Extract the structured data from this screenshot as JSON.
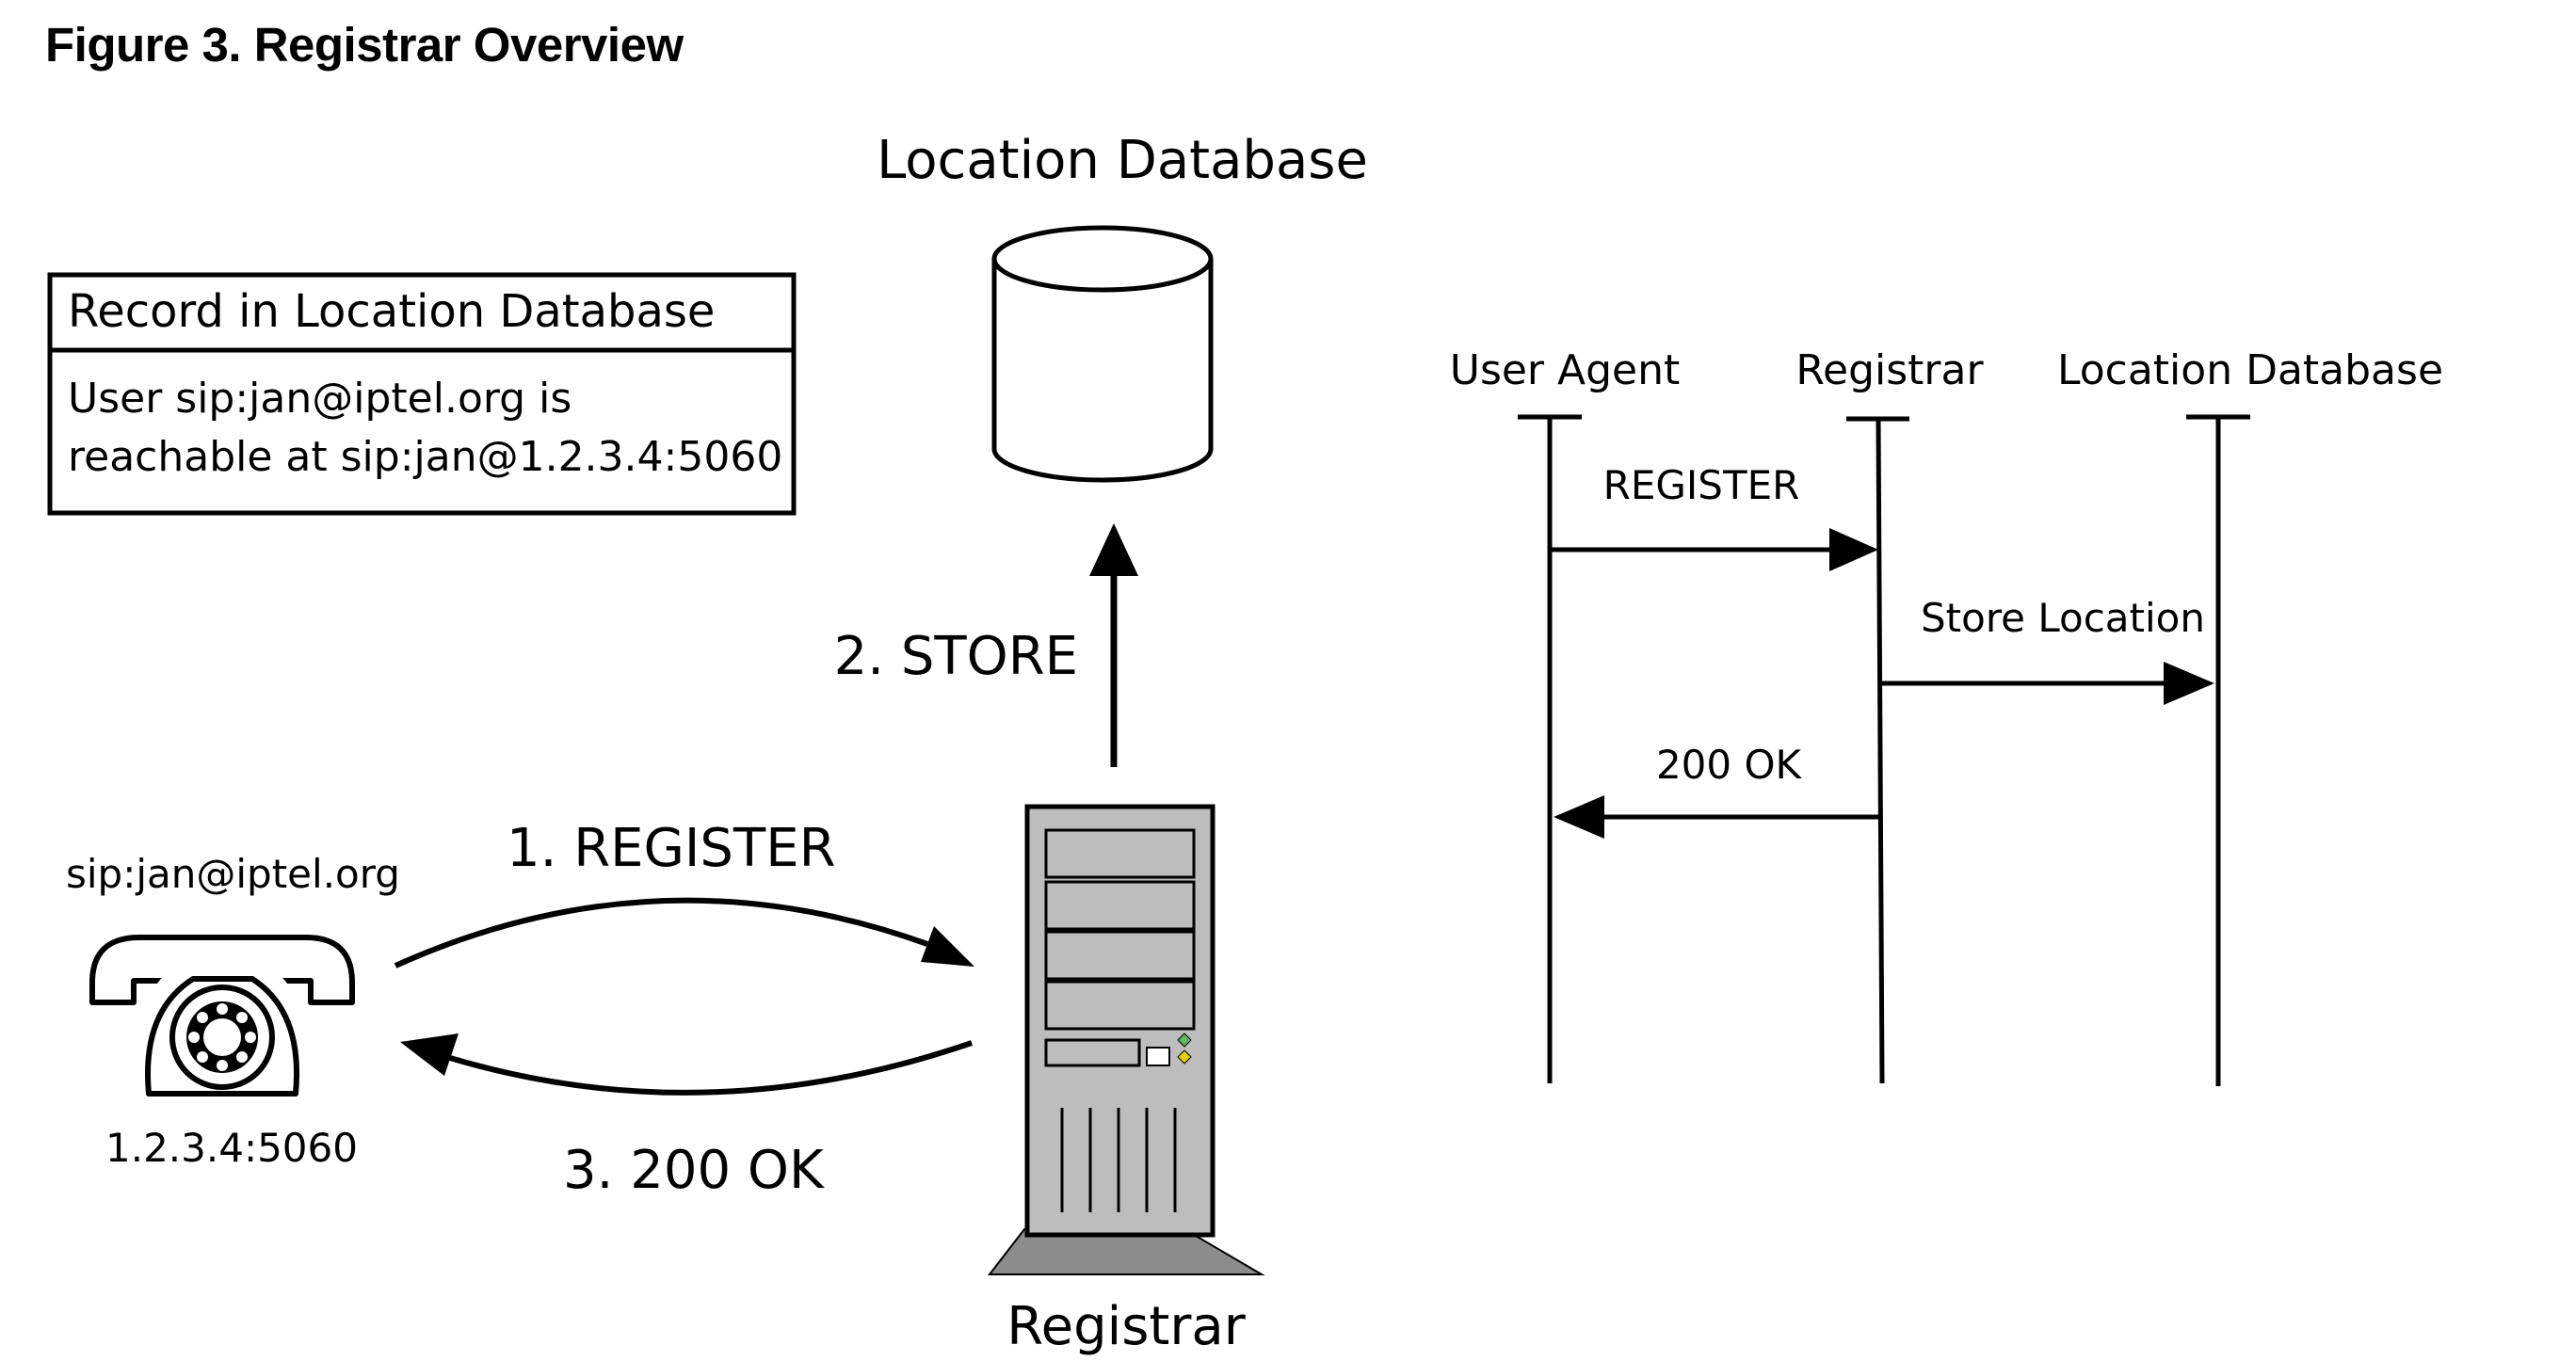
{
  "figure": {
    "title": "Figure 3. Registrar Overview"
  },
  "record_box": {
    "header": "Record in Location Database",
    "line1": "User sip:jan@iptel.org is",
    "line2": "reachable at sip:jan@1.2.3.4:5060"
  },
  "database": {
    "label": "Location Database"
  },
  "phone": {
    "uri": "sip:jan@iptel.org",
    "address": "1.2.3.4:5060"
  },
  "server": {
    "label": "Registrar"
  },
  "flows": {
    "register": "1. REGISTER",
    "store": "2. STORE",
    "ok": "3. 200 OK"
  },
  "sequence": {
    "participants": [
      "User Agent",
      "Registrar",
      "Location Database"
    ],
    "messages": [
      {
        "label": "REGISTER",
        "from": "User Agent",
        "to": "Registrar"
      },
      {
        "label": "Store Location",
        "from": "Registrar",
        "to": "Location Database"
      },
      {
        "label": "200 OK",
        "from": "Registrar",
        "to": "User Agent"
      }
    ]
  },
  "colors": {
    "line": "#000000",
    "server_body": "#bdbdbd",
    "server_base": "#8c8c8c",
    "led_green": "#5cb85c",
    "led_yellow": "#e6d200"
  }
}
